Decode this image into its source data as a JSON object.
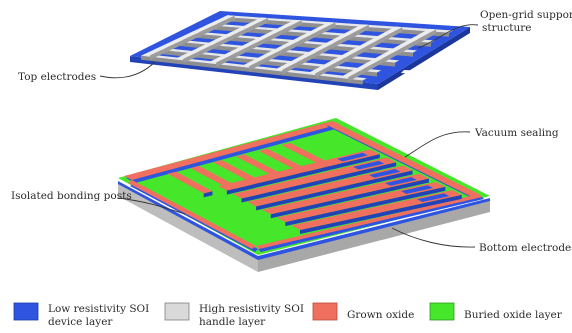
{
  "colors": {
    "low_res_soi": "#2f55e0",
    "low_res_soi_dark": "#2242b8",
    "high_res_soi": "#d9d9d9",
    "high_res_soi_dark": "#9a9a9a",
    "grown_oxide": "#f07060",
    "grown_oxide_dark": "#c54d3e",
    "buried_oxide": "#46e62a",
    "grid_light": "#e7e7e7",
    "grid_shadow": "#8f8f8f"
  },
  "labels": {
    "open_grid_line1": "Open-grid support",
    "open_grid_line2": "structure",
    "top_electrodes": "Top electrodes",
    "vacuum_sealing": "Vacuum sealing",
    "isolated_bonding_posts": "Isolated bonding posts",
    "bottom_electrodes": "Bottom electrodes"
  },
  "legend": [
    {
      "key": "low_res_soi",
      "line1": "Low resistivity SOI",
      "line2": "device layer",
      "icon": "blue-swatch"
    },
    {
      "key": "high_res_soi",
      "line1": "High resistivity SOI",
      "line2": "handle layer",
      "icon": "gray-swatch"
    },
    {
      "key": "grown_oxide",
      "line1": "Grown oxide",
      "line2": "",
      "icon": "red-swatch"
    },
    {
      "key": "buried_oxide",
      "line1": "Buried oxide layer",
      "line2": "",
      "icon": "green-swatch"
    }
  ]
}
